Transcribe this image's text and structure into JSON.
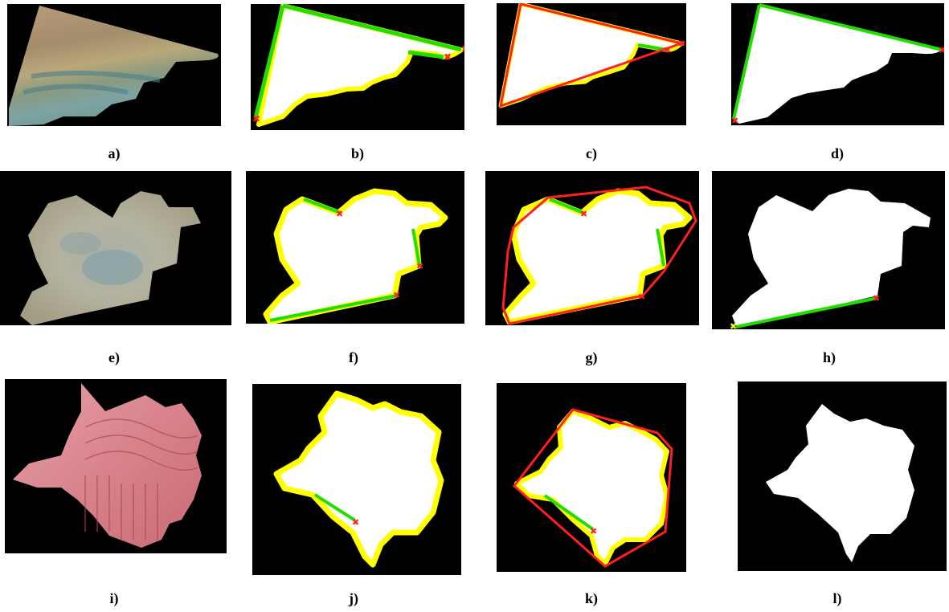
{
  "figure": {
    "panels": [
      {
        "id": "a",
        "label": "a)"
      },
      {
        "id": "b",
        "label": "b)"
      },
      {
        "id": "c",
        "label": "c)"
      },
      {
        "id": "d",
        "label": "d)"
      },
      {
        "id": "e",
        "label": "e)"
      },
      {
        "id": "f",
        "label": "f)"
      },
      {
        "id": "g",
        "label": "g)"
      },
      {
        "id": "h",
        "label": "h)"
      },
      {
        "id": "i",
        "label": "i)"
      },
      {
        "id": "j",
        "label": "j)"
      },
      {
        "id": "k",
        "label": "k)"
      },
      {
        "id": "l",
        "label": "l)"
      }
    ],
    "colors": {
      "background": "#000000",
      "mask": "#ffffff",
      "contour": "#ffff00",
      "concavity_segment": "#00dd00",
      "convex_hull": "#ff0000",
      "marker": "#ff0000"
    }
  }
}
